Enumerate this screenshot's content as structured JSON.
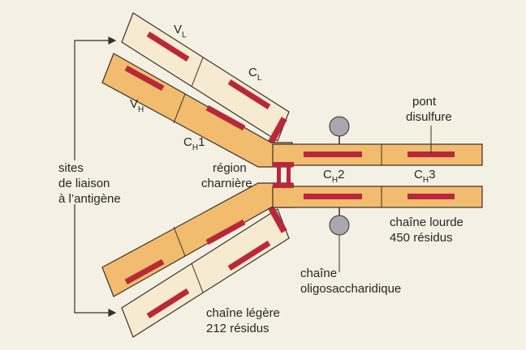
{
  "colors": {
    "background": "#f4f0e4",
    "heavy_chain": "#f2bc6e",
    "light_chain": "#f6ead0",
    "outline": "#3a3028",
    "bond_red": "#b8283a",
    "sugar_grey": "#a8a6ae"
  },
  "labels": {
    "vl": {
      "main": "V",
      "sub": "L"
    },
    "cl": {
      "main": "C",
      "sub": "L"
    },
    "vh": {
      "main": "V",
      "sub": "H"
    },
    "ch1": {
      "main": "C",
      "sub": "H",
      "tail": "1"
    },
    "ch2": {
      "main": "C",
      "sub": "H",
      "tail": "2"
    },
    "ch3": {
      "main": "C",
      "sub": "H",
      "tail": "3"
    },
    "sites": [
      "sites",
      "de liaison",
      "à l’antigène"
    ],
    "hinge": [
      "région",
      "charnière"
    ],
    "disulfide": [
      "pont",
      "disulfure"
    ],
    "heavy_chain": [
      "chaîne lourde",
      "450 résidus"
    ],
    "oligo": [
      "chaîne",
      "oligosaccharidique"
    ],
    "light_chain": [
      "chaîne légère",
      "212 résidus"
    ]
  }
}
